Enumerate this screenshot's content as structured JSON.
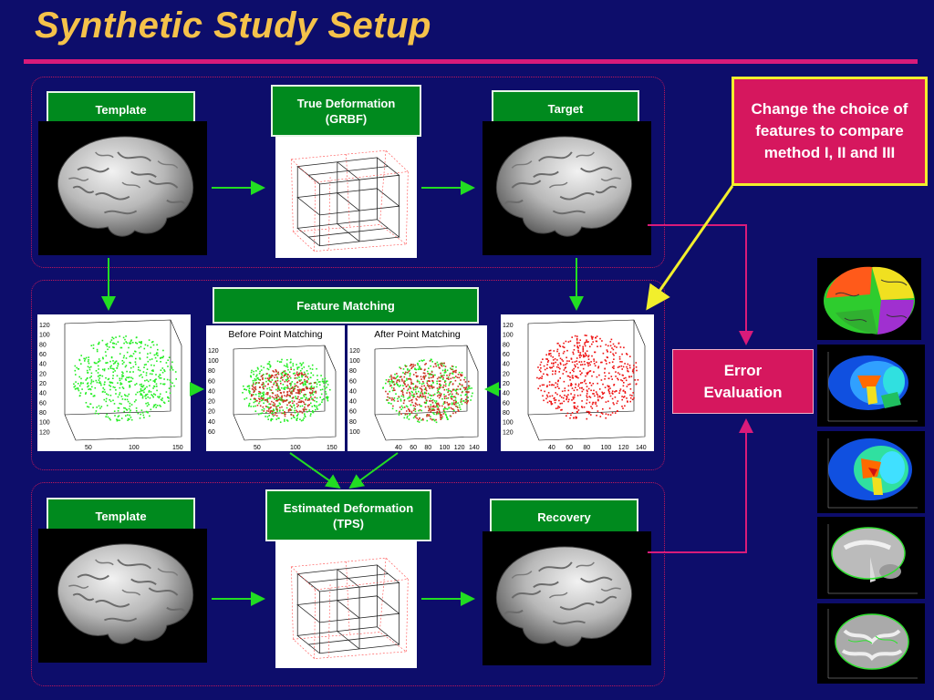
{
  "title": "Synthetic Study Setup",
  "top_row": {
    "template_label": "Template",
    "deformation_label": "True Deformation\n(GRBF)",
    "target_label": "Target"
  },
  "middle_row": {
    "feature_matching_label": "Feature Matching",
    "before_label": "Before Point Matching",
    "after_label": "After Point Matching",
    "template_plot_yticks": [
      "120",
      "100",
      "80",
      "60",
      "40",
      "20",
      "20",
      "40",
      "60",
      "80",
      "100",
      "120"
    ],
    "template_plot_xticks": [
      "50",
      "100",
      "150"
    ],
    "before_plot_xticks": [
      "50",
      "100",
      "150"
    ],
    "after_plot_xticks": [
      "40",
      "60",
      "80",
      "100",
      "120",
      "140"
    ],
    "target_plot_xticks": [
      "40",
      "60",
      "80",
      "100",
      "120",
      "140"
    ]
  },
  "bottom_row": {
    "template_label": "Template",
    "estimated_label": "Estimated  Deformation\n(TPS)",
    "recovery_label": "Recovery"
  },
  "note": "Change the choice of features to compare method I, II and III",
  "error_box": "Error\nEvaluation",
  "colors": {
    "background": "#0d0d6b",
    "title": "#f5c24a",
    "accent": "#d81b7a",
    "green_box": "#008a1e",
    "arrow": "#22dd22",
    "note_border": "#f2ef2c"
  }
}
